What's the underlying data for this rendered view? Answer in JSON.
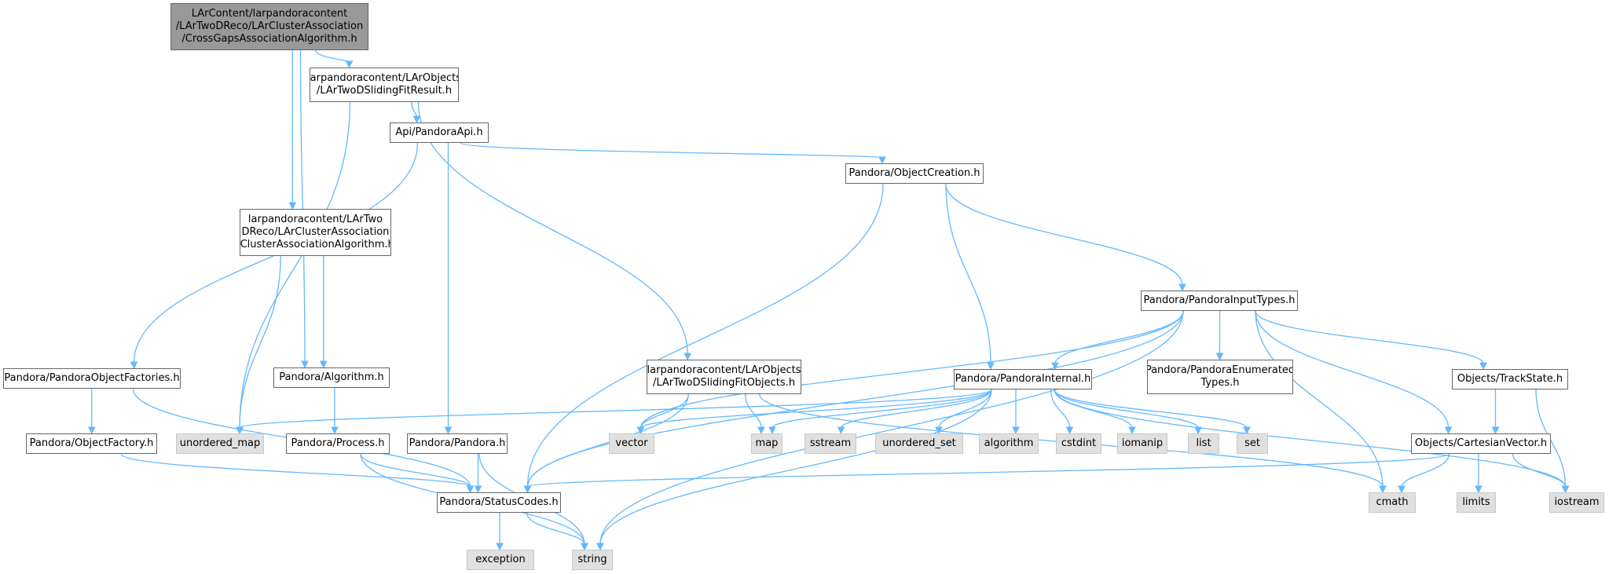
{
  "nodes": {
    "root": "LArContent/larpandoracontent\n/LArTwoDReco/LArClusterAssociation\n/CrossGapsAssociationAlgorithm.h",
    "sliding_result": "larpandoracontent/LArObjects\n/LArTwoDSlidingFitResult.h",
    "api": "Api/PandoraApi.h",
    "object_creation": "Pandora/ObjectCreation.h",
    "cluster_assoc": "larpandoracontent/LArTwo\nDReco/LArClusterAssociation\n/ClusterAssociationAlgorithm.h",
    "input_types": "Pandora/PandoraInputTypes.h",
    "object_factories": "Pandora/PandoraObjectFactories.h",
    "algorithm": "Pandora/Algorithm.h",
    "sliding_objects": "larpandoracontent/LArObjects\n/LArTwoDSlidingFitObjects.h",
    "internal": "Pandora/PandoraInternal.h",
    "enumerated": "Pandora/PandoraEnumerated\nTypes.h",
    "track_state": "Objects/TrackState.h",
    "object_factory": "Pandora/ObjectFactory.h",
    "unordered_map": "unordered_map",
    "process": "Pandora/Process.h",
    "pandora": "Pandora/Pandora.h",
    "vector": "vector",
    "map": "map",
    "sstream": "sstream",
    "unordered_set": "unordered_set",
    "algorithm_std": "algorithm",
    "cstdint": "cstdint",
    "iomanip": "iomanip",
    "list": "list",
    "set": "set",
    "cartesian": "Objects/CartesianVector.h",
    "status_codes": "Pandora/StatusCodes.h",
    "cmath": "cmath",
    "limits": "limits",
    "iostream": "iostream",
    "exception": "exception",
    "string": "string"
  },
  "edges": [
    [
      "root",
      "sliding_result"
    ],
    [
      "root",
      "cluster_assoc"
    ],
    [
      "root",
      "algorithm"
    ],
    [
      "sliding_result",
      "api"
    ],
    [
      "sliding_result",
      "sliding_objects"
    ],
    [
      "sliding_result",
      "unordered_map"
    ],
    [
      "api",
      "object_creation"
    ],
    [
      "api",
      "object_factories"
    ],
    [
      "api",
      "pandora"
    ],
    [
      "object_creation",
      "input_types"
    ],
    [
      "object_creation",
      "internal"
    ],
    [
      "object_creation",
      "status_codes"
    ],
    [
      "cluster_assoc",
      "algorithm"
    ],
    [
      "cluster_assoc",
      "unordered_map"
    ],
    [
      "algorithm",
      "process"
    ],
    [
      "object_factories",
      "object_factory"
    ],
    [
      "object_factories",
      "status_codes"
    ],
    [
      "object_factory",
      "status_codes"
    ],
    [
      "process",
      "status_codes"
    ],
    [
      "process",
      "string"
    ],
    [
      "pandora",
      "status_codes"
    ],
    [
      "pandora",
      "string"
    ],
    [
      "input_types",
      "internal"
    ],
    [
      "input_types",
      "enumerated"
    ],
    [
      "input_types",
      "track_state"
    ],
    [
      "input_types",
      "cartesian"
    ],
    [
      "input_types",
      "cmath"
    ],
    [
      "input_types",
      "string"
    ],
    [
      "input_types",
      "vector"
    ],
    [
      "input_types",
      "status_codes"
    ],
    [
      "internal",
      "unordered_map"
    ],
    [
      "internal",
      "vector"
    ],
    [
      "internal",
      "map"
    ],
    [
      "internal",
      "sstream"
    ],
    [
      "internal",
      "unordered_set"
    ],
    [
      "internal",
      "algorithm_std"
    ],
    [
      "internal",
      "cstdint"
    ],
    [
      "internal",
      "iomanip"
    ],
    [
      "internal",
      "list"
    ],
    [
      "internal",
      "set"
    ],
    [
      "internal",
      "string"
    ],
    [
      "internal",
      "iostream"
    ],
    [
      "sliding_objects",
      "vector"
    ],
    [
      "sliding_objects",
      "map"
    ],
    [
      "sliding_objects",
      "status_codes"
    ],
    [
      "sliding_objects",
      "cmath"
    ],
    [
      "track_state",
      "cartesian"
    ],
    [
      "track_state",
      "iostream"
    ],
    [
      "cartesian",
      "cmath"
    ],
    [
      "cartesian",
      "limits"
    ],
    [
      "cartesian",
      "iostream"
    ],
    [
      "cartesian",
      "status_codes"
    ],
    [
      "status_codes",
      "exception"
    ],
    [
      "status_codes",
      "string"
    ]
  ],
  "colors": {
    "edge": "#63b8ff",
    "root_fill": "#999999",
    "system_fill": "#e0e0e0",
    "border": "#666666"
  }
}
